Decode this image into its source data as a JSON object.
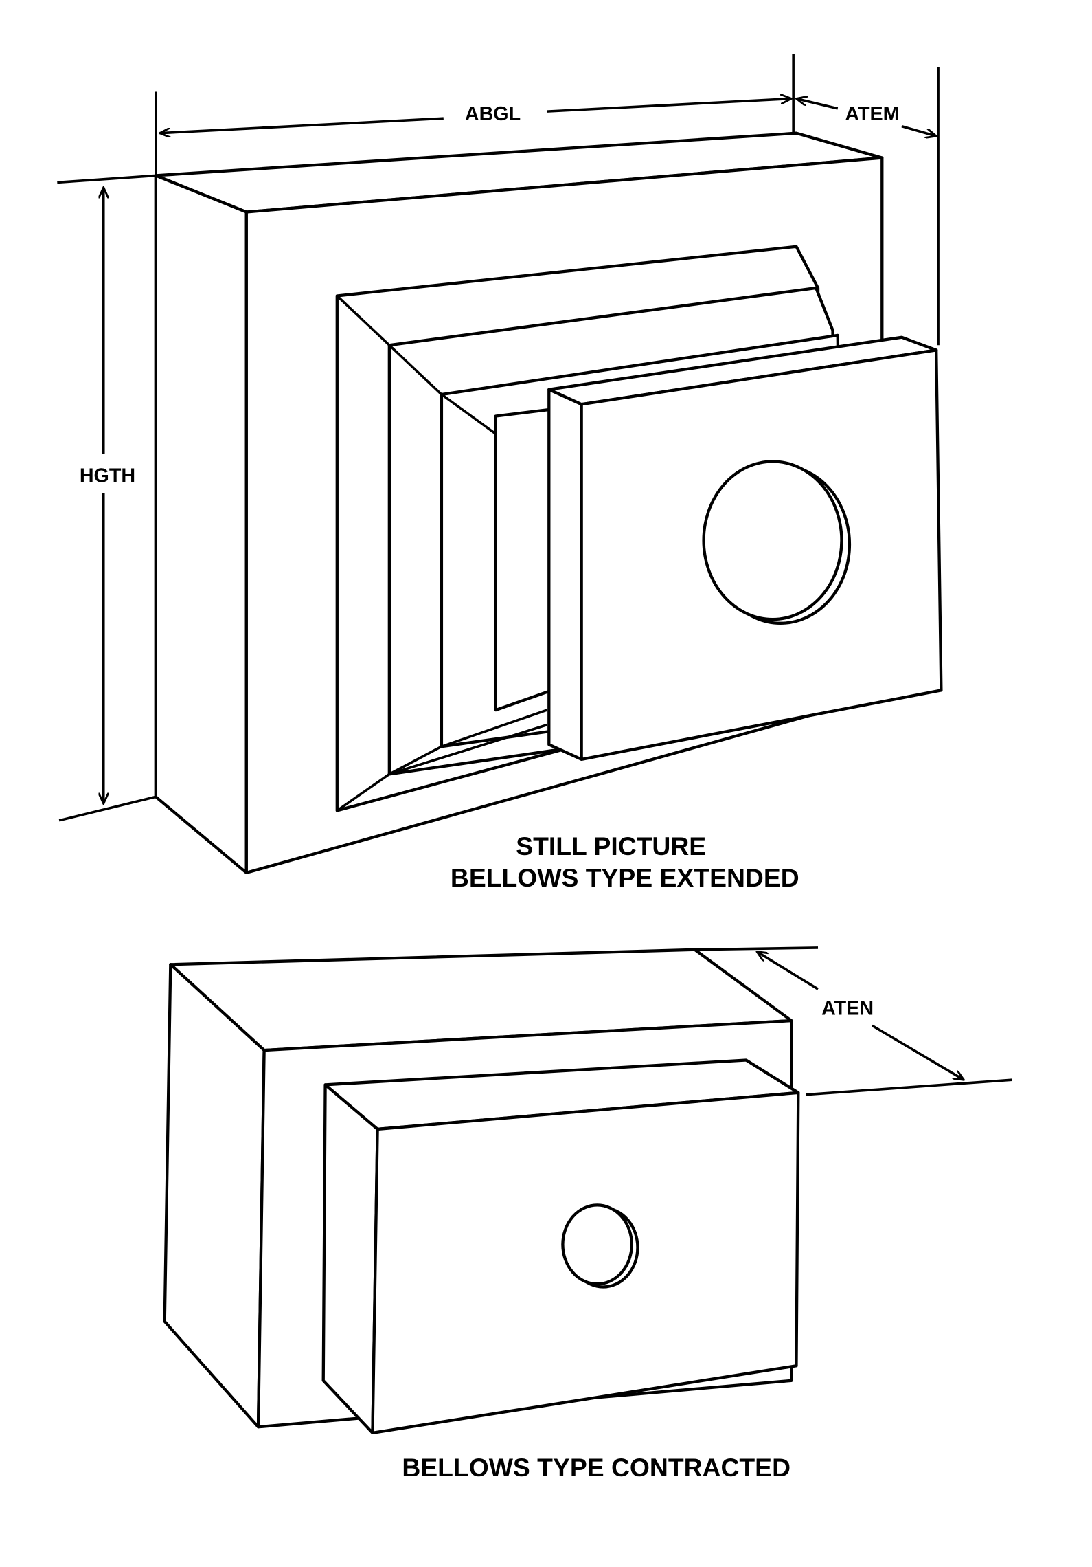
{
  "extended": {
    "caption_line1": "STILL PICTURE",
    "caption_line2": "BELLOWS TYPE EXTENDED",
    "dimensions": {
      "width": "ABGL",
      "extension": "ATEM",
      "height": "HGTH"
    }
  },
  "contracted": {
    "caption": "BELLOWS TYPE CONTRACTED",
    "dimensions": {
      "depth": "ATEN"
    }
  }
}
